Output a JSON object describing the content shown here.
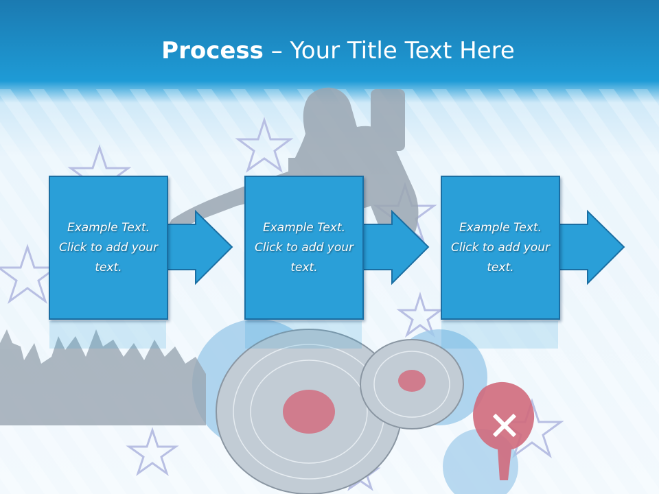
{
  "slide": {
    "title_strong": "Process",
    "title_dash": " – ",
    "title_rest": "Your Title Text Here",
    "steps": [
      {
        "text": "Example Text. Click  to add your text."
      },
      {
        "text": "Example Text. Click  to add your text."
      },
      {
        "text": "Example Text. Click  to add your text."
      }
    ]
  },
  "colors": {
    "header": "#1e9bd6",
    "box_fill": "#2a9fd8",
    "box_border": "#1a6ea2"
  }
}
